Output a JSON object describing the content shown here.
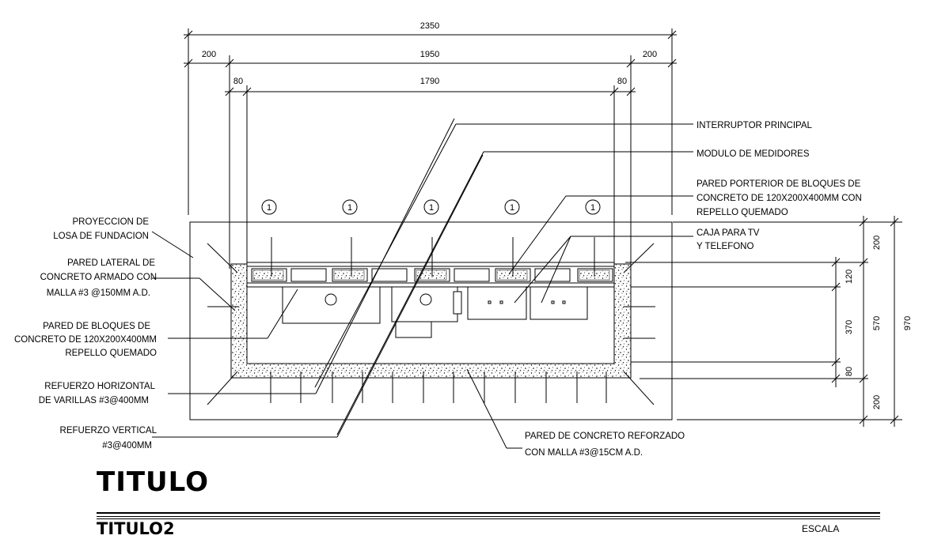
{
  "dimensions": {
    "top_total": "2350",
    "left_offset": "200",
    "middle": "1950",
    "right_offset": "200",
    "left_wall": "80",
    "inner": "1790",
    "right_wall": "80",
    "right_bottom": "200",
    "right_wall_top": "120",
    "right_interior": "370",
    "right_wall_bottom": "80",
    "right_sub": "570",
    "right_top": "200",
    "right_total": "970"
  },
  "callouts": {
    "interruptor": "INTERRUPTOR PRINCIPAL",
    "modulo": "MODULO DE MEDIDORES",
    "pared_posterior": [
      "PARED PORTERIOR DE BLOQUES DE",
      "CONCRETO DE 120X200X400MM CON",
      "REPELLO QUEMADO"
    ],
    "caja": [
      "CAJA PARA TV",
      "Y TELEFONO"
    ],
    "proyeccion": [
      "PROYECCION DE",
      "LOSA DE FUNDACION"
    ],
    "pared_lateral": [
      "PARED LATERAL DE",
      "CONCRETO ARMADO CON",
      "MALLA #3 @150MM A.D."
    ],
    "pared_bloques": [
      "PARED DE BLOQUES DE",
      "CONCRETO DE 120X200X400MM",
      "REPELLO QUEMADO"
    ],
    "refuerzo_h": [
      "REFUERZO HORIZONTAL",
      "DE VARILLAS #3@400MM"
    ],
    "refuerzo_v": [
      "REFUERZO VERTICAL",
      "#3@400MM"
    ],
    "pared_concreto": [
      "PARED DE CONCRETO REFORZADO",
      "CON MALLA #3@15CM A.D."
    ]
  },
  "bubbles": [
    "1",
    "1",
    "1",
    "1",
    "1"
  ],
  "titles": {
    "title": "TITULO",
    "subtitle": "TITULO2",
    "scale": "ESCALA"
  }
}
